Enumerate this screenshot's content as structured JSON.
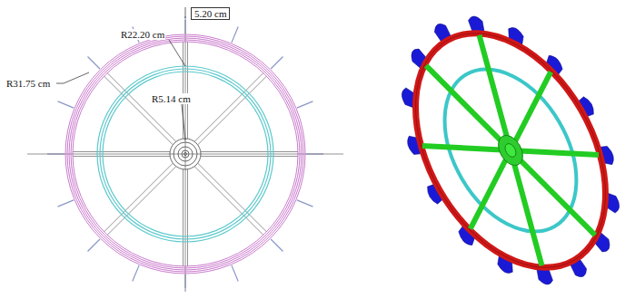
{
  "diagram": {
    "labels": [
      "5.20 cm",
      "R22.20 cm",
      "R31.75 cm",
      "R5.14 cm"
    ]
  }
}
